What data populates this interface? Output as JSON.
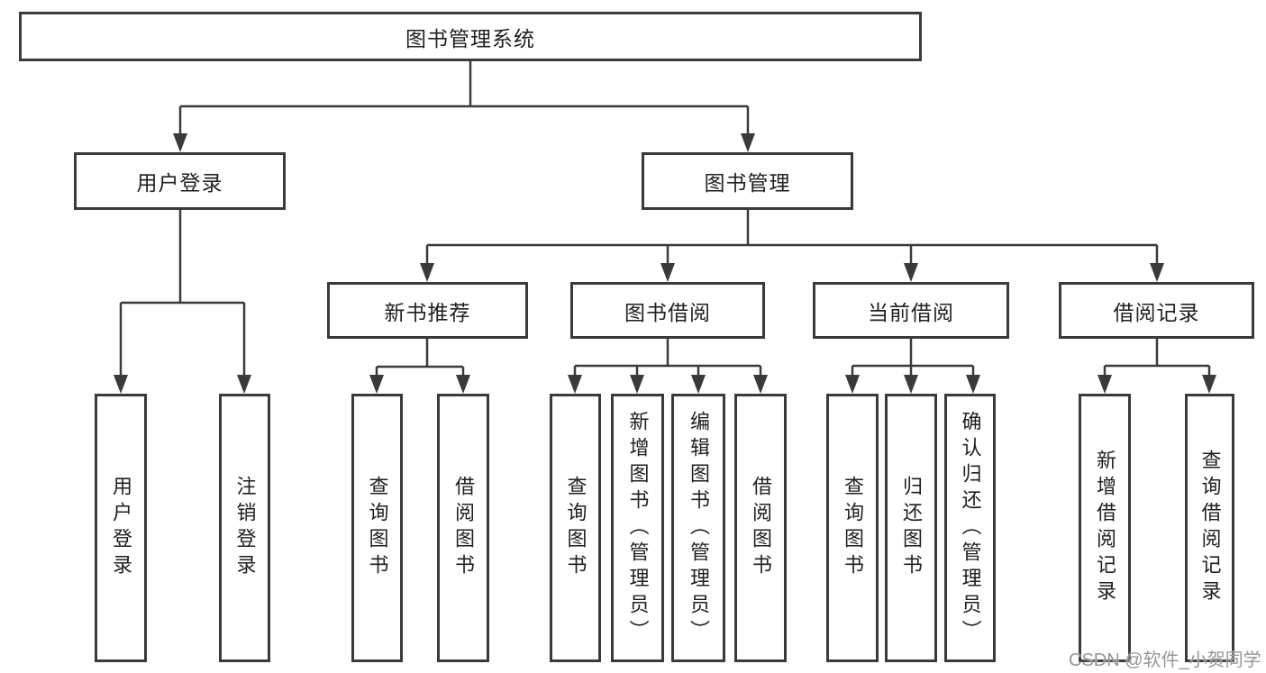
{
  "diagram_type": "hierarchy-tree",
  "colors": {
    "line": "#3a3a3a",
    "box_border": "#3a3a3a",
    "text": "#1f1f1f",
    "watermark": "#969696",
    "background": "#ffffff"
  },
  "tree": {
    "root": {
      "label": "图书管理系统"
    },
    "branches": [
      {
        "label": "用户登录",
        "children": [
          {
            "label": "用户登录"
          },
          {
            "label": "注销登录"
          }
        ]
      },
      {
        "label": "图书管理",
        "children": [
          {
            "label": "新书推荐",
            "children": [
              {
                "label": "查询图书"
              },
              {
                "label": "借阅图书"
              }
            ]
          },
          {
            "label": "图书借阅",
            "children": [
              {
                "label": "查询图书"
              },
              {
                "label": "新增图书（管理员）"
              },
              {
                "label": "编辑图书（管理员）"
              },
              {
                "label": "借阅图书"
              }
            ]
          },
          {
            "label": "当前借阅",
            "children": [
              {
                "label": "查询图书"
              },
              {
                "label": "归还图书"
              },
              {
                "label": "确认归还（管理员）"
              }
            ]
          },
          {
            "label": "借阅记录",
            "children": [
              {
                "label": "新增借阅记录"
              },
              {
                "label": "查询借阅记录"
              }
            ]
          }
        ]
      }
    ]
  },
  "watermark": {
    "text": "CSDN @软件_小贺同学"
  }
}
